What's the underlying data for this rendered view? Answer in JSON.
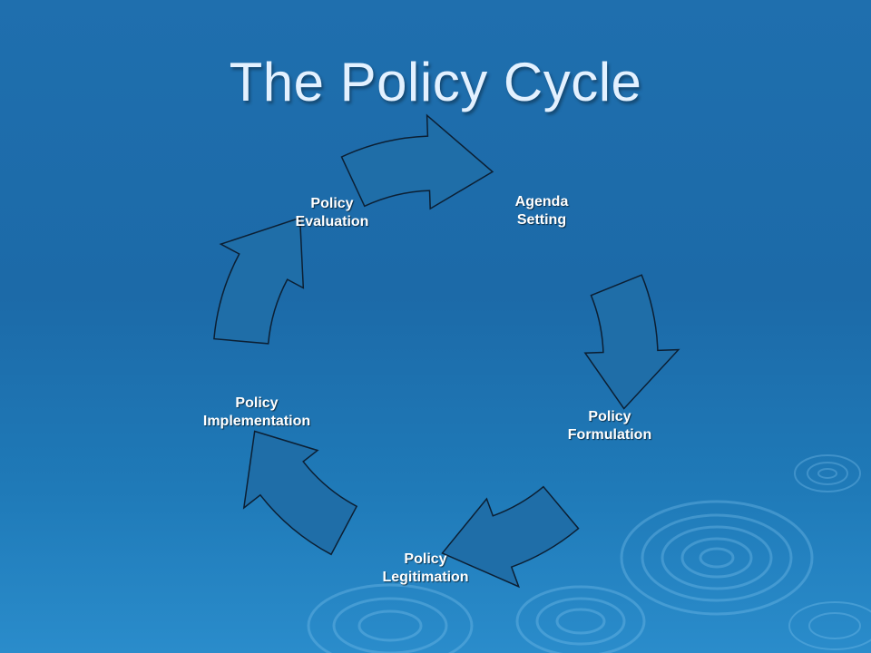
{
  "slide": {
    "title": "The Policy Cycle"
  },
  "cycle": {
    "stages": [
      {
        "line1": "Agenda",
        "line2": "Setting"
      },
      {
        "line1": "Policy",
        "line2": "Formulation"
      },
      {
        "line1": "Policy",
        "line2": "Legitimation"
      },
      {
        "line1": "Policy",
        "line2": "Implementation"
      },
      {
        "line1": "Policy",
        "line2": "Evaluation"
      }
    ],
    "arrow_fill": "#1f6ea8",
    "arrow_stroke": "#0c1f33"
  }
}
